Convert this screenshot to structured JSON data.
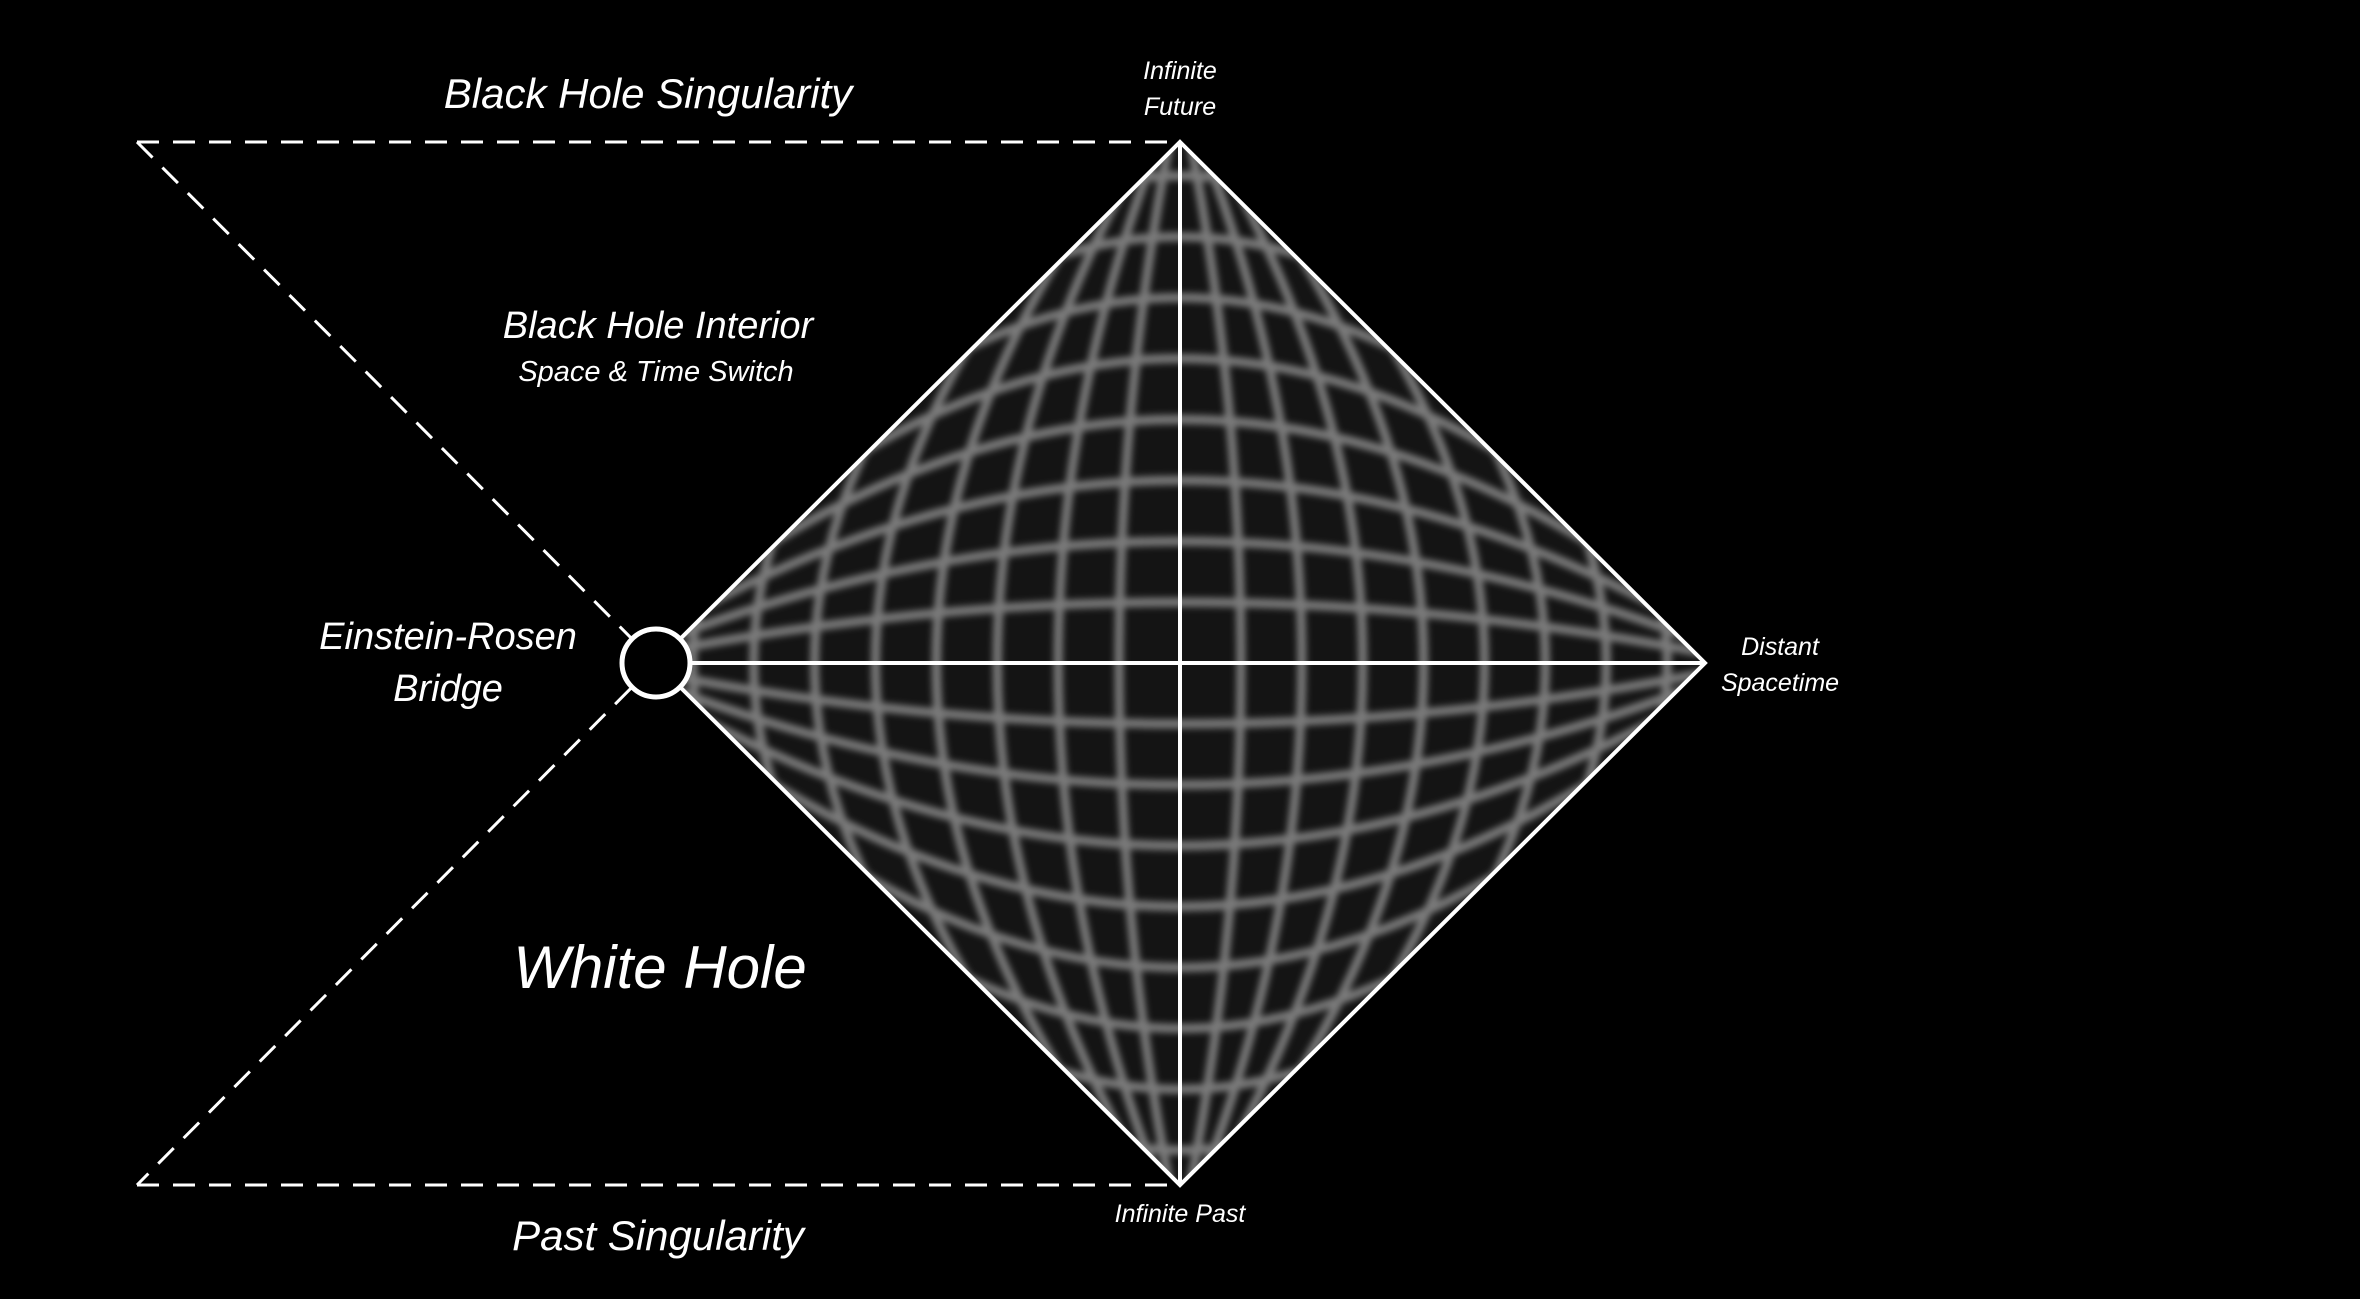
{
  "diagram": {
    "labels": {
      "black_hole_singularity": "Black Hole Singularity",
      "black_hole_interior": "Black Hole Interior",
      "space_time_switch": "Space & Time Switch",
      "einstein_rosen_line1": "Einstein-Rosen",
      "einstein_rosen_line2": "Bridge",
      "white_hole": "White Hole",
      "past_singularity": "Past Singularity",
      "infinite_future_line1": "Infinite",
      "infinite_future_line2": "Future",
      "infinite_past": "Infinite Past",
      "distant_line1": "Distant",
      "distant_line2": "Spacetime"
    },
    "colors": {
      "background": "#000000",
      "lines": "#ffffff",
      "grid": "#7a7a7a",
      "diamond_fill": "#141414"
    }
  }
}
